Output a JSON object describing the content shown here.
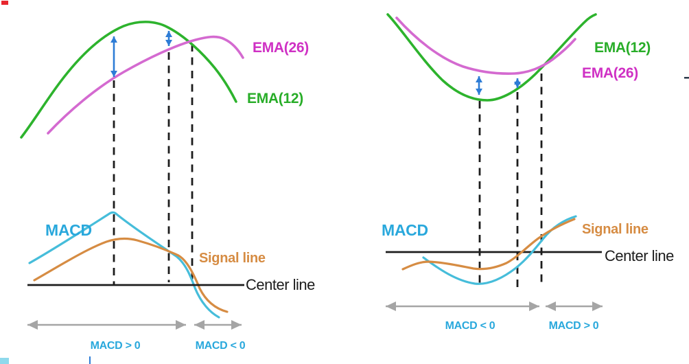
{
  "left_panel": {
    "ema26_label": "EMA(26)",
    "ema12_label": "EMA(12)",
    "macd_label": "MACD",
    "signal_label": "Signal line",
    "center_label": "Center line",
    "zone_positive_label": "MACD > 0",
    "zone_negative_label": "MACD < 0"
  },
  "right_panel": {
    "ema12_label": "EMA(12)",
    "ema26_label": "EMA(26)",
    "macd_label": "MACD",
    "signal_label": "Signal line",
    "center_label": "Center line",
    "zone_negative_label": "MACD < 0",
    "zone_positive_label": "MACD > 0"
  },
  "colors": {
    "ema12_green": "#2db32d",
    "ema12_label_green": "#28ad28",
    "ema26_curve_magenta": "#d46ad0",
    "ema26_label_magenta": "#cf30c4",
    "macd_curve_cyan": "#46bdda",
    "macd_label_cyan": "#29a8dc",
    "signal_orange": "#d68c43",
    "divergence_arrow_blue": "#2d7cd6",
    "zone_arrow_gray": "#a5a5a5",
    "line_black": "#1c1c1c",
    "corner_mark_red": "#e8262e",
    "corner_mark_cyan": "#8ed9ec",
    "edge_dash_dark": "#2b3a4a"
  }
}
